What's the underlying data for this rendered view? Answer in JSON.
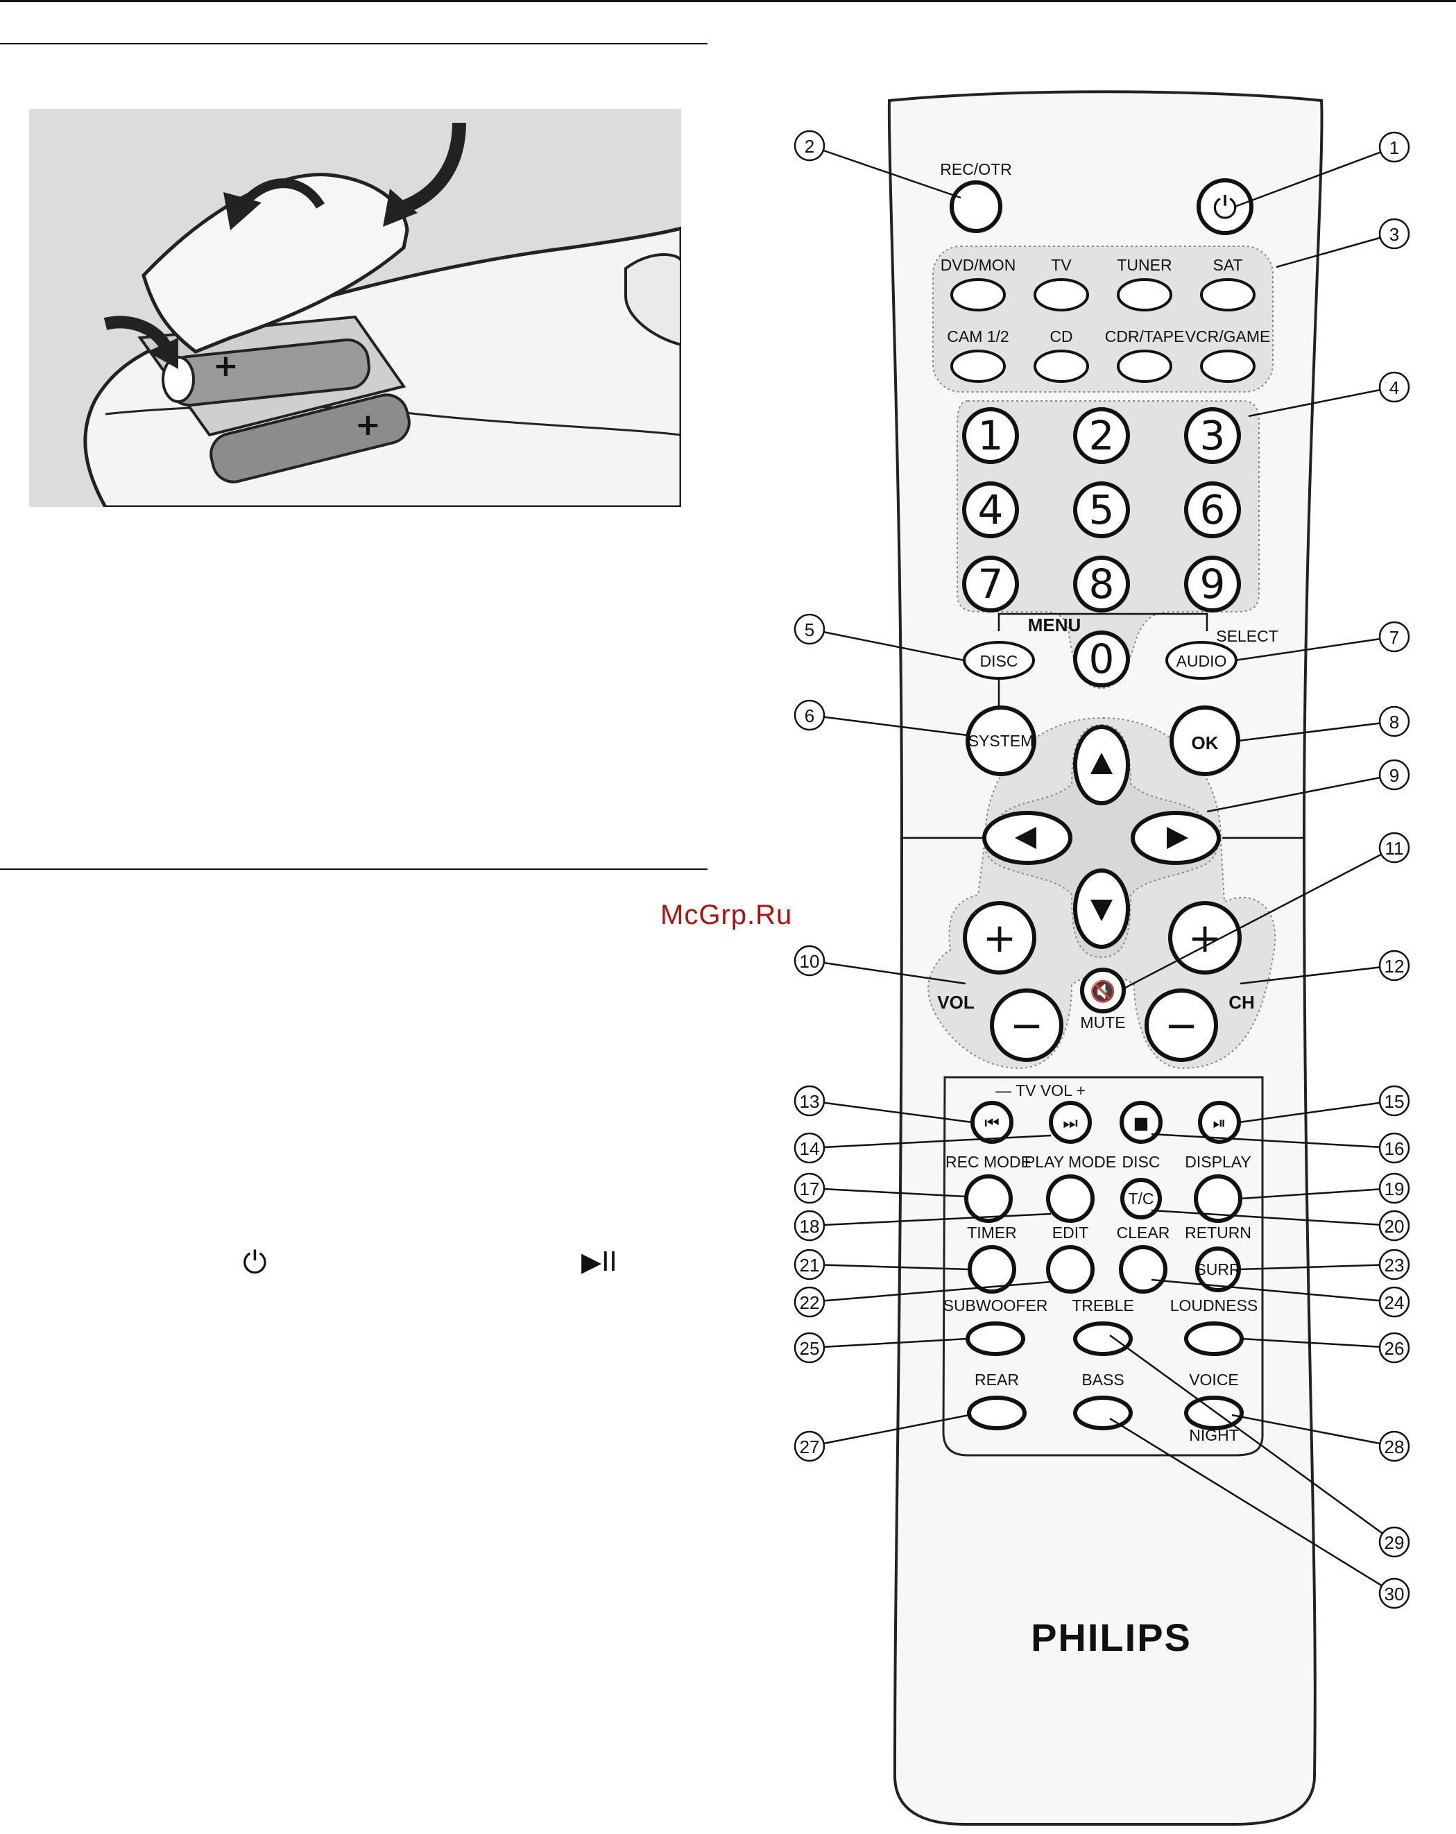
{
  "watermark": "McGrp.Ru",
  "brand": "PHILIPS",
  "symbols": {
    "standby": "⏻",
    "play_pause": "▶II"
  },
  "remote": {
    "rec_otr": "REC/OTR",
    "sources_row1": [
      "DVD/MON",
      "TV",
      "TUNER",
      "SAT"
    ],
    "sources_row2": [
      "CAM 1/2",
      "CD",
      "CDR/TAPE",
      "VCR/GAME"
    ],
    "digits": [
      "1",
      "2",
      "3",
      "4",
      "5",
      "6",
      "7",
      "8",
      "9",
      "0"
    ],
    "menu": "MENU",
    "select": "SELECT",
    "disc": "DISC",
    "audio": "AUDIO",
    "system": "SYSTEM",
    "ok": "OK",
    "vol": "VOL",
    "ch": "CH",
    "mute": "MUTE",
    "tv_vol": "— TV VOL +",
    "rec_mode": "REC MODE",
    "play_mode": "PLAY MODE",
    "disc_label": "DISC",
    "tc": "T/C",
    "display": "DISPLAY",
    "timer": "TIMER",
    "edit": "EDIT",
    "clear": "CLEAR",
    "return": "RETURN",
    "surr": "SURR",
    "subwoofer": "SUBWOOFER",
    "treble": "TREBLE",
    "loudness": "LOUDNESS",
    "rear": "REAR",
    "bass": "BASS",
    "voice": "VOICE",
    "night": "NIGHT"
  },
  "callouts": [
    "1",
    "2",
    "3",
    "4",
    "5",
    "6",
    "7",
    "8",
    "9",
    "10",
    "11",
    "12",
    "13",
    "14",
    "15",
    "16",
    "17",
    "18",
    "19",
    "20",
    "21",
    "22",
    "23",
    "24",
    "25",
    "26",
    "27",
    "28",
    "29",
    "30"
  ]
}
